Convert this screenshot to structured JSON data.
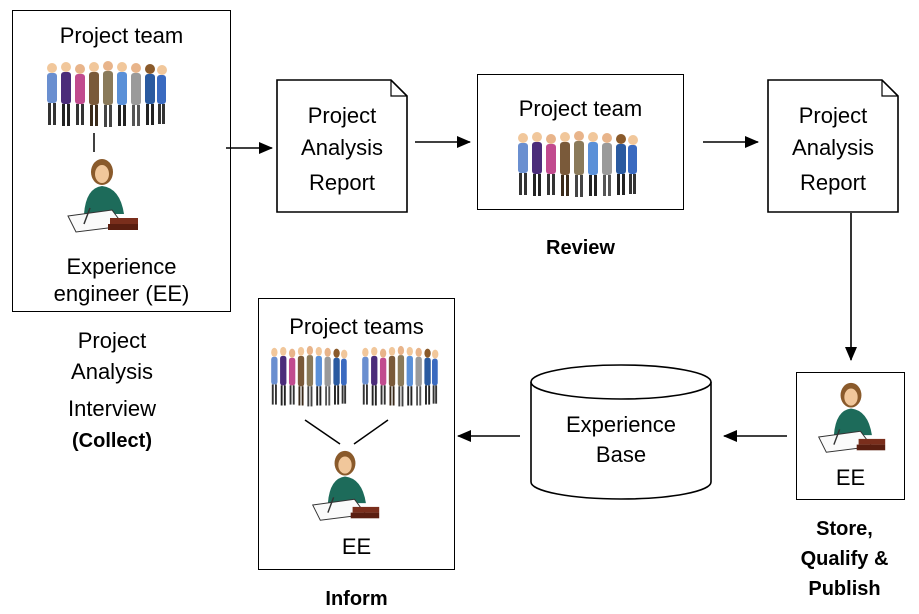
{
  "collect_box": {
    "title": "Project team",
    "role_line1": "Experience",
    "role_line2": "engineer (EE)"
  },
  "collect_caption": {
    "line1": "Project",
    "line2": "Analysis",
    "line3": "Interview",
    "line4": "(Collect)"
  },
  "report_1": {
    "line1": "Project",
    "line2": "Analysis",
    "line3": "Report"
  },
  "review_box": {
    "title": "Project team"
  },
  "review_caption": "Review",
  "report_2": {
    "line1": "Project",
    "line2": "Analysis",
    "line3": "Report"
  },
  "store_box": {
    "label": "EE"
  },
  "store_caption": {
    "line1": "Store,",
    "line2": "Qualify &",
    "line3": "Publish"
  },
  "experience_base": {
    "line1": "Experience",
    "line2": "Base"
  },
  "inform_box": {
    "title": "Project teams",
    "label": "EE"
  },
  "inform_caption": "Inform",
  "colors": {
    "person_green": "#1d6b5a",
    "person_skin": "#f1c79b",
    "person_hair": "#8a5a2b",
    "book": "#7a2e1c"
  },
  "icons": [
    "people-group-icon",
    "engineer-at-desk-icon"
  ]
}
